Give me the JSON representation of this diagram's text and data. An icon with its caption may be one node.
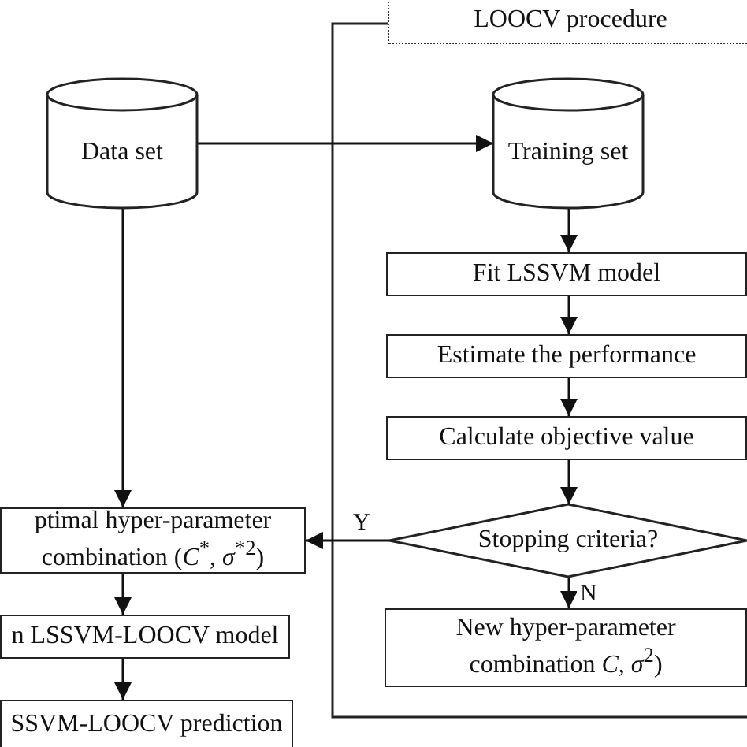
{
  "diagram": {
    "nodes": [
      {
        "text": [
          "LOOCV procedure"
        ]
      },
      {
        "text": [
          "Data set"
        ]
      },
      {
        "text": [
          "Training set"
        ],
        "in": 0
      },
      {
        "text": [
          "Fit LSSVM model"
        ],
        "in": 0
      },
      {
        "text": [
          "Estimate the performance"
        ],
        "in": 0
      },
      {
        "text": [
          "Calculate objective value"
        ],
        "in": 0
      },
      {
        "text": [
          "Stopping criteria?"
        ],
        "in": 0
      },
      {
        "text": [
          "New hyper-parameter combination *C*, *σ*$^{2}$)"
        ],
        "in": 0
      },
      {
        "text": [
          "ptimal hyper-parameter combination (*C*$^{*}$, *σ*$^{*2}$)"
        ]
      },
      {
        "text": [
          "n LSSVM-LOOCV model"
        ]
      },
      {
        "text": [
          "SSVM-LOOCV prediction"
        ]
      }
    ],
    "edges": [
      {
        "from": 1,
        "to": 2,
        "arrow": "to"
      },
      {
        "from": 2,
        "to": 3,
        "arrow": "to"
      },
      {
        "from": 3,
        "to": 4,
        "arrow": "to"
      },
      {
        "from": 4,
        "to": 5,
        "arrow": "to"
      },
      {
        "from": 5,
        "to": 6,
        "arrow": "to"
      },
      {
        "from": 6,
        "to": 8,
        "arrow": "to",
        "label": "Y"
      },
      {
        "from": 6,
        "to": 7,
        "arrow": "to",
        "label": "N"
      },
      {
        "from": 1,
        "to": 8,
        "arrow": "to"
      },
      {
        "from": 8,
        "to": 9,
        "arrow": "to"
      },
      {
        "from": 9,
        "to": 10,
        "arrow": "to"
      }
    ]
  }
}
